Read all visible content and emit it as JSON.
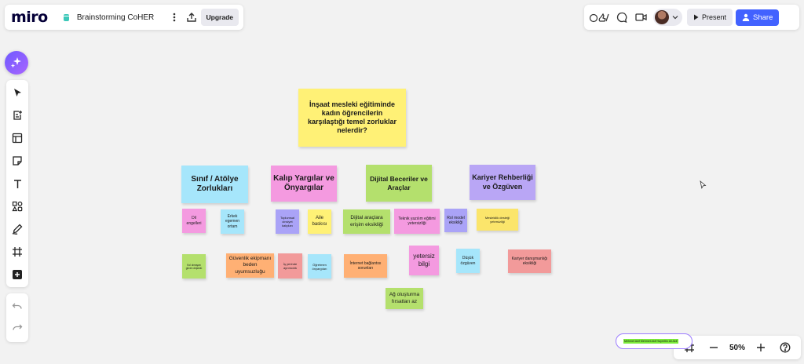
{
  "app": {
    "logo": "miro",
    "board_name": "Brainstorming CoHER",
    "upgrade_label": "Upgrade"
  },
  "header": {
    "present_label": "Present",
    "share_label": "Share"
  },
  "zoom": {
    "value": "50%"
  },
  "canvas": {
    "question": "İnşaat mesleki eğitiminde kadın öğrencilerin karşılaştığı temel zorluklar nelerdir?",
    "categories": {
      "c1": "Sınıf / Atölye Zorlukları",
      "c2": "Kalıp Yargılar ve Önyargılar",
      "c3": "Dijital Beceriler ve Araçlar",
      "c4": "Kariyer Rehberliği ve Özgüven"
    },
    "notes": {
      "n1": "Dil engelleri",
      "n2": "Erkek egemen ortam",
      "n3": "Toplumsal cinsiyet kalıpları",
      "n4": "Aile baskısı",
      "n5": "Dijital araçlara erişim eksikliği",
      "n6": "Teknik yazılım eğitimi yetersizliği",
      "n7": "Rol model eksikliği",
      "n8": "Meslekilik desteği yetersizliği",
      "n9": "Kol olmayan güven düşüklü",
      "n10": "Güvenlik ekipmanı beden uyumsuzluğu",
      "n11": "İş yerinde ayrımcılık",
      "n12": "Öğretmen önyargıları",
      "n13": "İnternet bağlantısı sorunları",
      "n14": "yetersiz bilgi",
      "n15": "Düşük özgüven",
      "n16": "Kariyer danışmanlığı eksikliği",
      "n17": "Ağ oluşturma fırsatları az"
    },
    "bottom_note": "Mehmet Akif Mehmet Akif Hayrettin Ali Akif"
  },
  "colors": {
    "accent": "#4262ff",
    "ai": "#7b5cff",
    "tag_green": "#7bea3a"
  }
}
